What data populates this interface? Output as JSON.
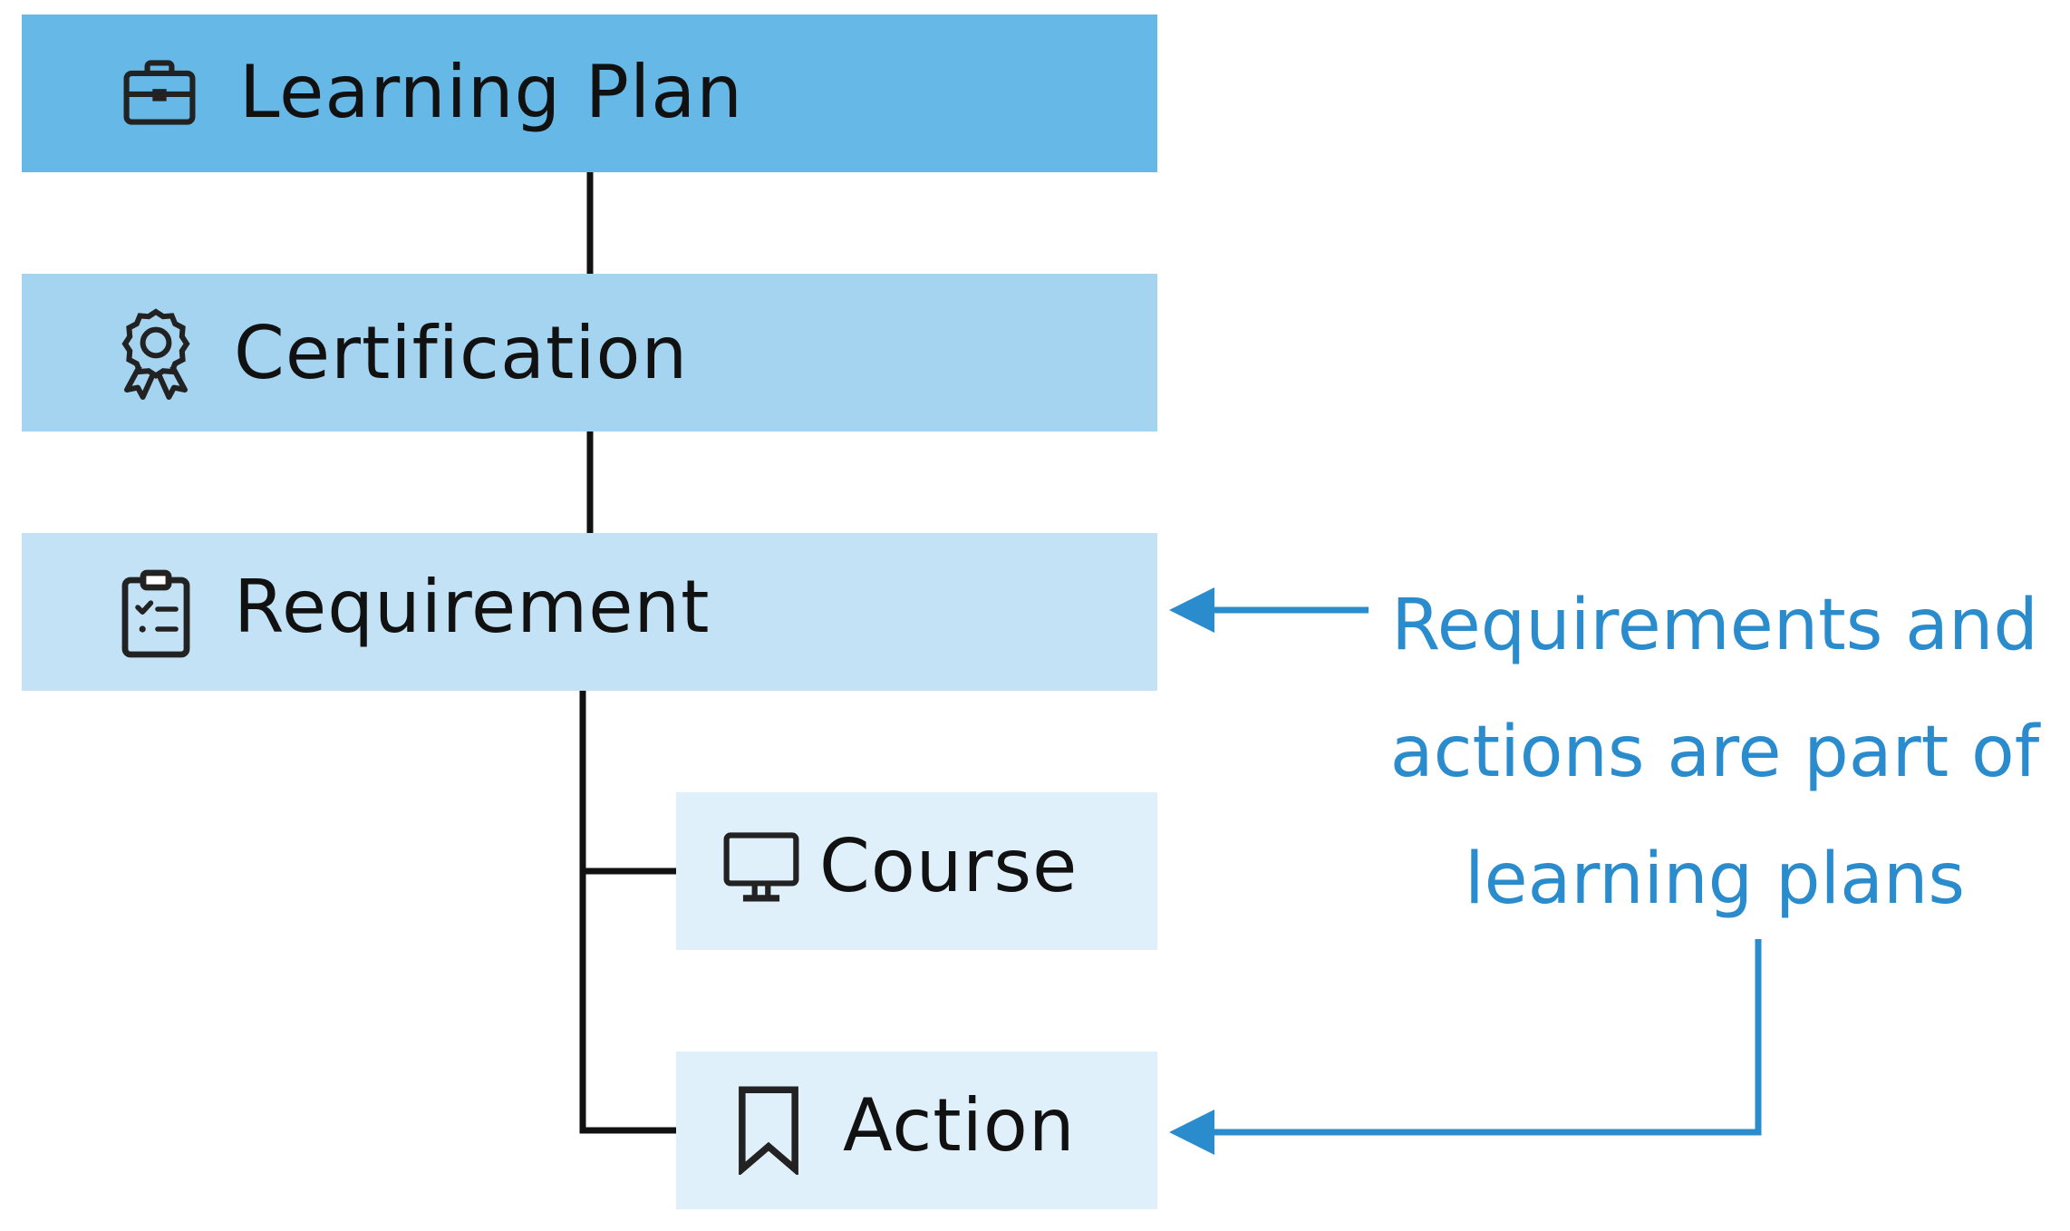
{
  "nodes": {
    "learning_plan": {
      "label": "Learning Plan",
      "icon": "briefcase-icon",
      "color": "#66b8e6"
    },
    "certification": {
      "label": "Certification",
      "icon": "award-ribbon-icon",
      "color": "#a5d4f1"
    },
    "requirement": {
      "label": "Requirement",
      "icon": "clipboard-checklist-icon",
      "color": "#c4e2f5"
    },
    "course": {
      "label": "Course",
      "icon": "monitor-icon",
      "color": "#e0f0fa"
    },
    "action": {
      "label": "Action",
      "icon": "bookmark-icon",
      "color": "#e0f0fa"
    }
  },
  "hierarchy": [
    {
      "from": "learning_plan",
      "to": "certification"
    },
    {
      "from": "certification",
      "to": "requirement"
    },
    {
      "from": "requirement",
      "to": "course"
    },
    {
      "from": "requirement",
      "to": "action"
    }
  ],
  "annotation": {
    "lines": [
      "Requirements and",
      "actions are part of",
      "learning plans"
    ],
    "color": "#2a8ccc",
    "points_to": [
      "requirement",
      "action"
    ]
  }
}
